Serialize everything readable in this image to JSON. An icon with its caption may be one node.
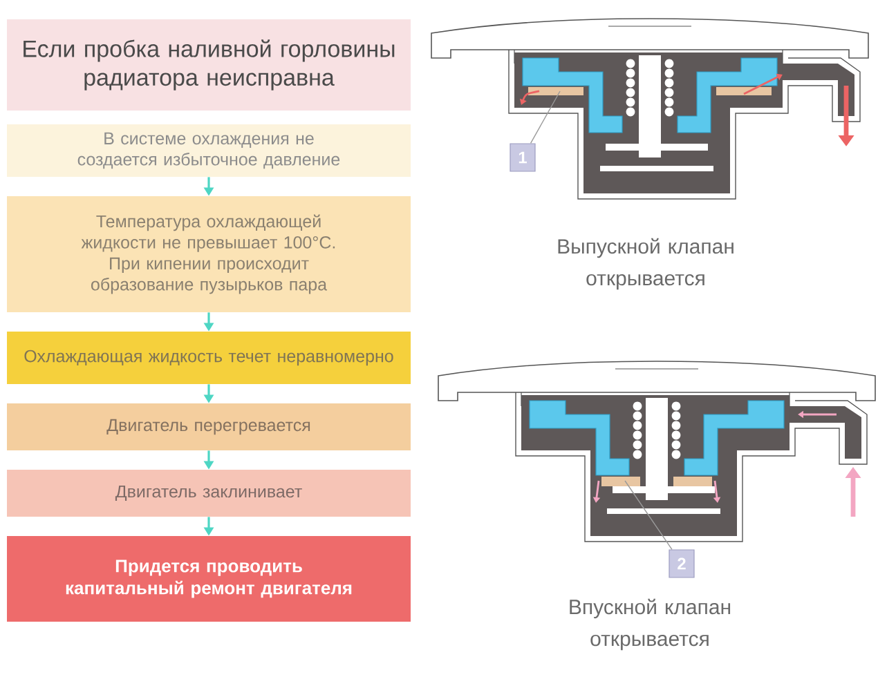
{
  "diagram": {
    "nodes": [
      {
        "text": [
          "Если пробка наливной горловины радиатора неисправна"
        ]
      },
      {
        "text": [
          "В системе охлаждения не создается избыточное давление"
        ]
      },
      {
        "text": [
          "Температура охлаждающей жидкости не превышает 100°С. При кипении происходит образование пузырьков пара"
        ]
      },
      {
        "text": [
          "Охлаждающая жидкость течет неравномерно"
        ]
      },
      {
        "text": [
          "Двигатель перегревается"
        ]
      },
      {
        "text": [
          "Двигатель заклинивает"
        ]
      },
      {
        "text": [
          "Придется проводить капитальный ремонт двигателя"
        ]
      },
      {
        "text": [
          "1"
        ]
      },
      {
        "text": [
          "2"
        ]
      }
    ],
    "edges": [
      {
        "from": 1,
        "to": 2,
        "arrow": "to"
      },
      {
        "from": 2,
        "to": 3,
        "arrow": "to"
      },
      {
        "from": 3,
        "to": 4,
        "arrow": "to"
      },
      {
        "from": 4,
        "to": 5,
        "arrow": "to"
      },
      {
        "from": 5,
        "to": 6,
        "arrow": "to"
      },
      {
        "from": 7,
        "to": null,
        "arrow": "none",
        "color": "#9a9a9a"
      },
      {
        "from": 8,
        "to": null,
        "arrow": "none",
        "color": "#9a9a9a"
      }
    ],
    "labels": [
      "Выпускной клапан открывается",
      "Впускной клапан открывается"
    ]
  }
}
